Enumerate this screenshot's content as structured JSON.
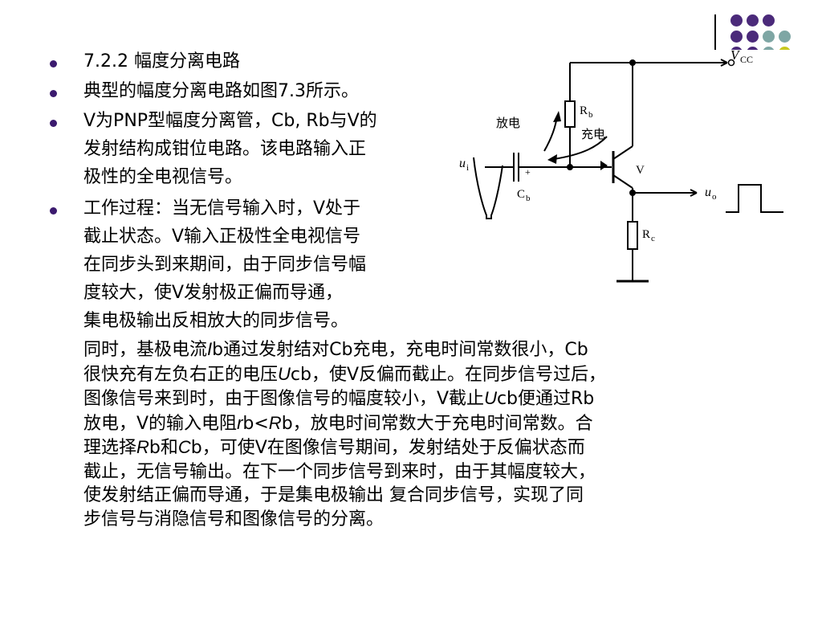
{
  "decoration": {
    "colors": {
      "purple": "#4b2a7a",
      "teal": "#7ea6a4",
      "yellow": "#c8c81e",
      "lavender": "#cfcde6",
      "bullet": "#3b1a6e"
    }
  },
  "bullets": [
    {
      "lines": [
        "7.2.2  幅度分离电路"
      ]
    },
    {
      "lines": [
        "典型的幅度分离电路如图7.3所示。"
      ]
    },
    {
      "lines": [
        "V为PNP型幅度分离管，Cb, Rb与V的",
        "发射结构成钳位电路。该电路输入正",
        "极性的全电视信号。"
      ]
    },
    {
      "lines": [
        "工作过程：当无信号输入时，V处于",
        "截止状态。V输入正极性全电视信号",
        "在同步头到来期间，由于同步信号幅",
        "度较大，使V发射极正偏而导通，",
        "集电极输出反相放大的同步信号。"
      ]
    }
  ],
  "paragraph": {
    "l1": {
      "a": "同时，基极电流",
      "b_it": "I",
      "c": "b通过发射结对Cb充电，充电时间常数很小，Cb"
    },
    "l2": {
      "a": "很快充有左负右正的电压",
      "b_it": "U",
      "c": "cb，使V反偏而截止。在同步信号过后，"
    },
    "l3": {
      "a": "图像信号来到时，由于图像信号的幅度较小，V截止",
      "b_it": "U",
      "c": "cb便通过Rb"
    },
    "l4": {
      "a": "放电，V的输入电阻",
      "b_it": "r",
      "c": "b<",
      "d_it": "R",
      "e": "b，放电时间常数大于充电时间常数。合"
    },
    "l5": {
      "a": "理选择",
      "b_it": "R",
      "c": "b和",
      "d_it": "C",
      "e": "b，可使V在图像信号期间，发射结处于反偏状态而"
    },
    "l6": "截止，无信号输出。在下一个同步信号到来时，由于其幅度较大，",
    "l7": "使发射结正偏而导通，于是集电极输出 复合同步信号，实现了同",
    "l8": "步信号与消隐信号和图像信号的分离。"
  },
  "circuit": {
    "vcc_v": "V",
    "vcc_sub": "CC",
    "rb_r": "R",
    "rb_sub": "b",
    "rc_r": "R",
    "rc_sub": "c",
    "cb_c": "C",
    "cb_sub": "b",
    "transistor": "V",
    "discharge": "放电",
    "charge": "充电",
    "ui_u": "u",
    "ui_sub": "i",
    "uo_u": "u",
    "uo_sub": "o",
    "plus": "+"
  }
}
